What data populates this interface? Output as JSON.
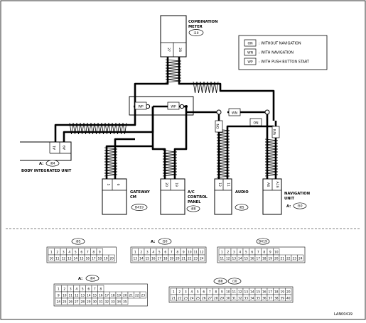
{
  "units": {
    "combination_meter": {
      "name_line1": "COMBINATION",
      "name_line2": "METER",
      "connector": "i10",
      "pins": [
        "27",
        "28"
      ]
    },
    "body_integrated_unit": {
      "name": "BODY INTEGRATED UNIT",
      "connector_prefix": "A:",
      "connector": "i84",
      "pins": [
        "A1",
        "A9"
      ]
    },
    "gateway_cm": {
      "name_line1": "GATEWAY",
      "name_line2": "CM",
      "connector": "B419",
      "pins": [
        "5",
        "6"
      ]
    },
    "ac_control_panel": {
      "name_line1": "A/C",
      "name_line2": "CONTROL",
      "name_line3": "PANEL",
      "connector": "i88",
      "pins": [
        "20",
        "19"
      ]
    },
    "audio": {
      "name": "AUDIO",
      "connector": "i85",
      "pins": [
        "12",
        "11"
      ]
    },
    "navigation_unit": {
      "name_line1": "NAVIGATION",
      "name_line2": "UNIT",
      "connector_prefix": "A:",
      "connector": "i50",
      "pins": [
        "A8",
        "A16"
      ]
    }
  },
  "legend": [
    {
      "code": "ON",
      "text": ": WITHOUT NAVIGATION"
    },
    {
      "code": "WN",
      "text": ": WITH NAVIGATION"
    },
    {
      "code": "WP",
      "text": ": WITH PUSH BUTTON START"
    }
  ],
  "wire_tags": {
    "wp_left": "WP",
    "wp_right": "WP",
    "on_vertical": "ON",
    "wn_horizontal": "WN",
    "on_horizontal": "ON",
    "wn_vertical": "WN"
  },
  "connectors": {
    "i85": {
      "label": "i85",
      "row1": [
        "1",
        "2",
        "3",
        "4",
        "5",
        "6",
        "7",
        "8",
        "9"
      ],
      "row2": [
        "10",
        "11",
        "12",
        "13",
        "14",
        "15",
        "16",
        "17",
        "18",
        "19",
        "20"
      ]
    },
    "i50": {
      "prefix": "A:",
      "label": "i50",
      "row1": [
        "1",
        "2",
        "3",
        "4",
        "5",
        "6",
        "7",
        "8",
        "9",
        "10",
        "11",
        "12"
      ],
      "row2": [
        "13",
        "14",
        "15",
        "16",
        "17",
        "18",
        "19",
        "20",
        "21",
        "22",
        "23",
        "24"
      ]
    },
    "B419": {
      "label": "B419",
      "row1": [
        "1",
        "2",
        "3",
        "4",
        "5",
        "6",
        "7",
        "8",
        "9",
        "10"
      ],
      "row2": [
        "11",
        "12",
        "13",
        "14",
        "15",
        "16",
        "17",
        "18",
        "19",
        "20",
        "21",
        "22",
        "23",
        "24"
      ]
    },
    "i84": {
      "prefix": "A:",
      "label": "i84",
      "row1": [
        "1",
        "2",
        "3",
        "4",
        "5",
        "6",
        "7",
        "8"
      ],
      "row2": [
        "9",
        "10",
        "11",
        "12",
        "13",
        "14",
        "15",
        "16",
        "17",
        "18",
        "19",
        "20",
        "21",
        "22",
        "23"
      ],
      "row3": [
        "24",
        "25",
        "26",
        "27",
        "28",
        "29",
        "30",
        "31",
        "32",
        "33",
        "34",
        "35"
      ]
    },
    "i88_i10": {
      "label1": "i88",
      "label2": "i10",
      "row1": [
        "1",
        "2",
        "3",
        "4",
        "5",
        "6",
        "7",
        "8",
        "9",
        "10",
        "11",
        "12",
        "13",
        "14",
        "15",
        "16",
        "17",
        "18",
        "19",
        "20"
      ],
      "row2": [
        "21",
        "22",
        "23",
        "24",
        "25",
        "26",
        "27",
        "28",
        "29",
        "30",
        "31",
        "32",
        "33",
        "34",
        "35",
        "36",
        "37",
        "38",
        "39",
        "40"
      ]
    }
  },
  "footer": {
    "code": "LAN00419"
  }
}
